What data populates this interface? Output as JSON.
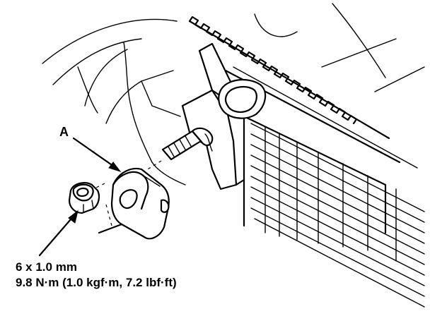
{
  "callouts": {
    "part_letter": "A",
    "thread_size": "6 x 1.0 mm",
    "torque_spec": "9.8 N·m (1.0 kgf·m, 7.2 lbf·ft)"
  }
}
